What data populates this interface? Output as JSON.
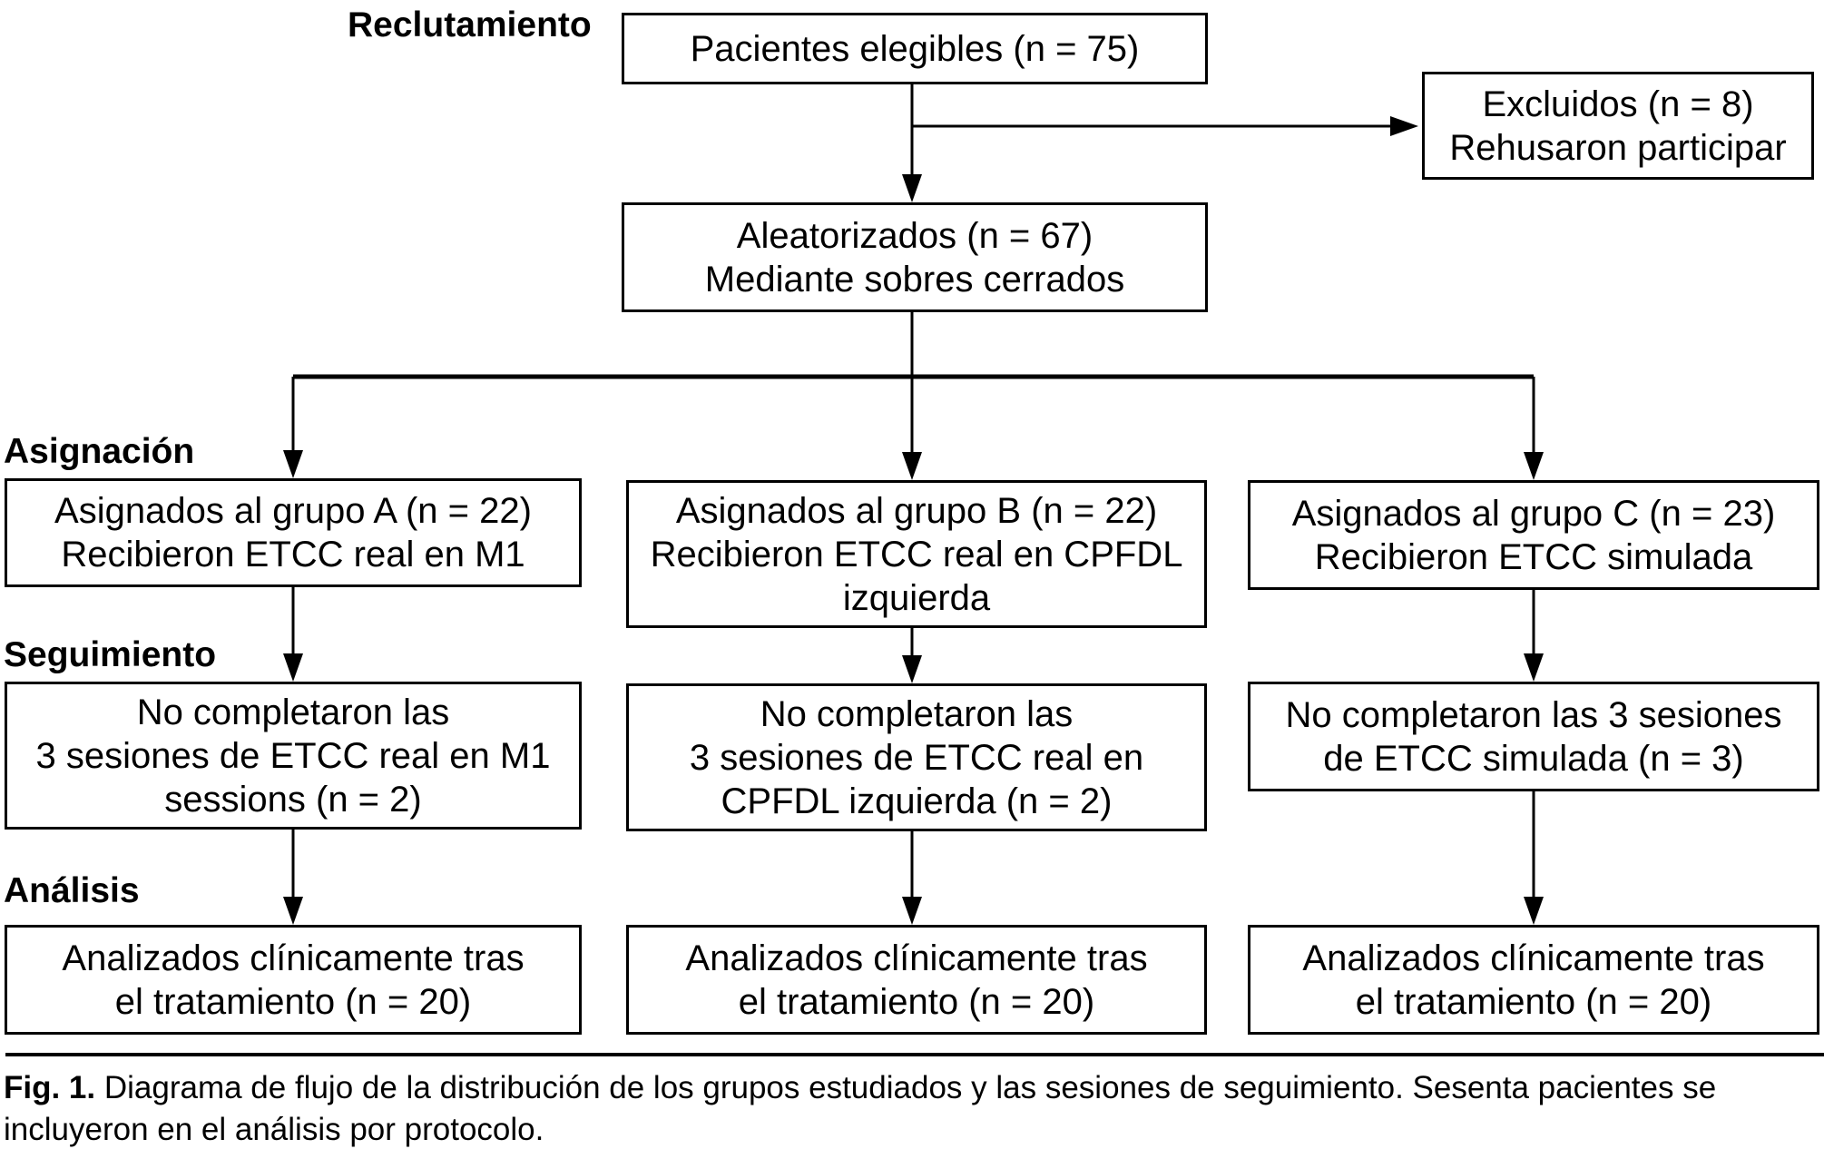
{
  "figure": {
    "sections": {
      "recruitment": "Reclutamiento",
      "allocation": "Asignación",
      "followup": "Seguimiento",
      "analysis": "Análisis"
    },
    "boxes": {
      "eligible": [
        "Pacientes elegibles (n = 75)"
      ],
      "excluded": [
        "Excluidos (n = 8)",
        "Rehusaron participar"
      ],
      "randomized": [
        "Aleatorizados (n = 67)",
        "Mediante sobres cerrados"
      ],
      "group_a": [
        "Asignados al grupo A (n = 22)",
        "Recibieron ETCC real en M1"
      ],
      "group_b": [
        "Asignados al grupo B (n = 22)",
        "Recibieron ETCC real en CPFDL",
        "izquierda"
      ],
      "group_c": [
        "Asignados al grupo C (n = 23)",
        "Recibieron ETCC simulada"
      ],
      "followup_a": [
        "No completaron las",
        "3 sesiones de ETCC real en M1",
        "sessions (n = 2)"
      ],
      "followup_b": [
        "No completaron las",
        "3 sesiones de ETCC real en",
        "CPFDL izquierda (n = 2)"
      ],
      "followup_c": [
        "No completaron las 3 sesiones",
        "de ETCC simulada (n = 3)"
      ],
      "analysis_a": [
        "Analizados clínicamente tras",
        "el tratamiento (n = 20)"
      ],
      "analysis_b": [
        "Analizados clínicamente tras",
        "el tratamiento (n = 20)"
      ],
      "analysis_c": [
        "Analizados clínicamente tras",
        "el tratamiento (n = 20)"
      ]
    },
    "caption": {
      "label": "Fig. 1.",
      "text": " Diagrama de flujo de la distribución de los grupos estudiados y las sesiones de seguimiento. Sesenta pacientes se incluyeron en el análisis por protocolo."
    },
    "colors": {
      "line": "#000000",
      "background": "#ffffff",
      "text": "#000000"
    }
  }
}
